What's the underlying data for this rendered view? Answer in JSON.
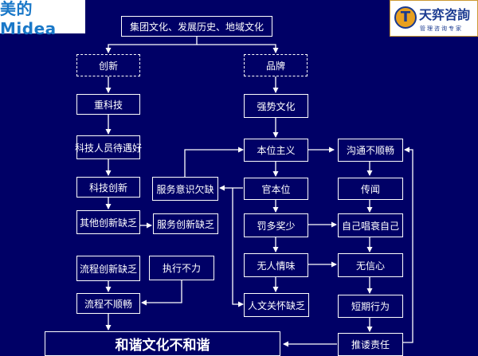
{
  "logos": {
    "left": "美的Midea",
    "right_mark": "T",
    "right_name": "天弈咨詢",
    "right_tag": "管理咨询专家"
  },
  "nodes": {
    "top": "集团文化、发展历史、地域文化",
    "innovation": "创新",
    "brand": "品牌",
    "tech_focus": "重科技",
    "strong_culture": "强势文化",
    "tech_staff": "科技人员待遇好",
    "departmentalism": "本位主义",
    "poor_comm": "沟通不顺畅",
    "tech_innov": "科技创新",
    "service_lack": "服务意识欠缺",
    "official": "官本位",
    "rumor": "传闻",
    "other_innov": "其他创新缺乏",
    "service_innov": "服务创新缺乏",
    "punish": "罚多奖少",
    "self_sing": "自己唱衰自己",
    "process_innov": "流程创新缺乏",
    "execution": "执行不力",
    "no_feeling": "无人情味",
    "no_confidence": "无信心",
    "process_smooth": "流程不顺畅",
    "humanistic": "人文关怀缺乏",
    "short_term": "短期行为",
    "harmony": "和谐文化不和谐",
    "shirk": "推诿责任"
  }
}
